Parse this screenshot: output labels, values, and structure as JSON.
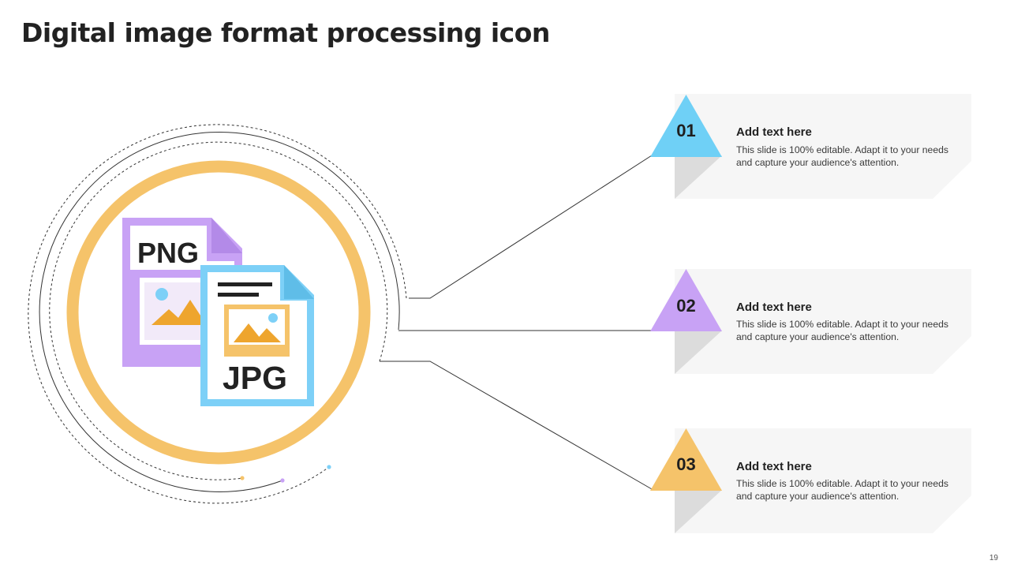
{
  "slide": {
    "title": "Digital image format processing icon",
    "page_number": "19"
  },
  "icon": {
    "back_file_label": "PNG",
    "front_file_label": "JPG",
    "back_file_color": "#c8a2f5",
    "front_file_color": "#7dd0f7",
    "ring_color": "#f5c36a",
    "mountain_color": "#eea52e"
  },
  "items": [
    {
      "number": "01",
      "title": "Add text here",
      "body": "This slide is 100% editable. Adapt it to your needs and capture your audience's attention.",
      "color": "#6fd0f6"
    },
    {
      "number": "02",
      "title": "Add text here",
      "body": "This slide is 100% editable. Adapt it to your needs and capture your audience's attention.",
      "color": "#c8a2f5"
    },
    {
      "number": "03",
      "title": "Add text here",
      "body": "This slide is 100% editable. Adapt it to your needs and capture your audience's attention.",
      "color": "#f5c36a"
    }
  ]
}
